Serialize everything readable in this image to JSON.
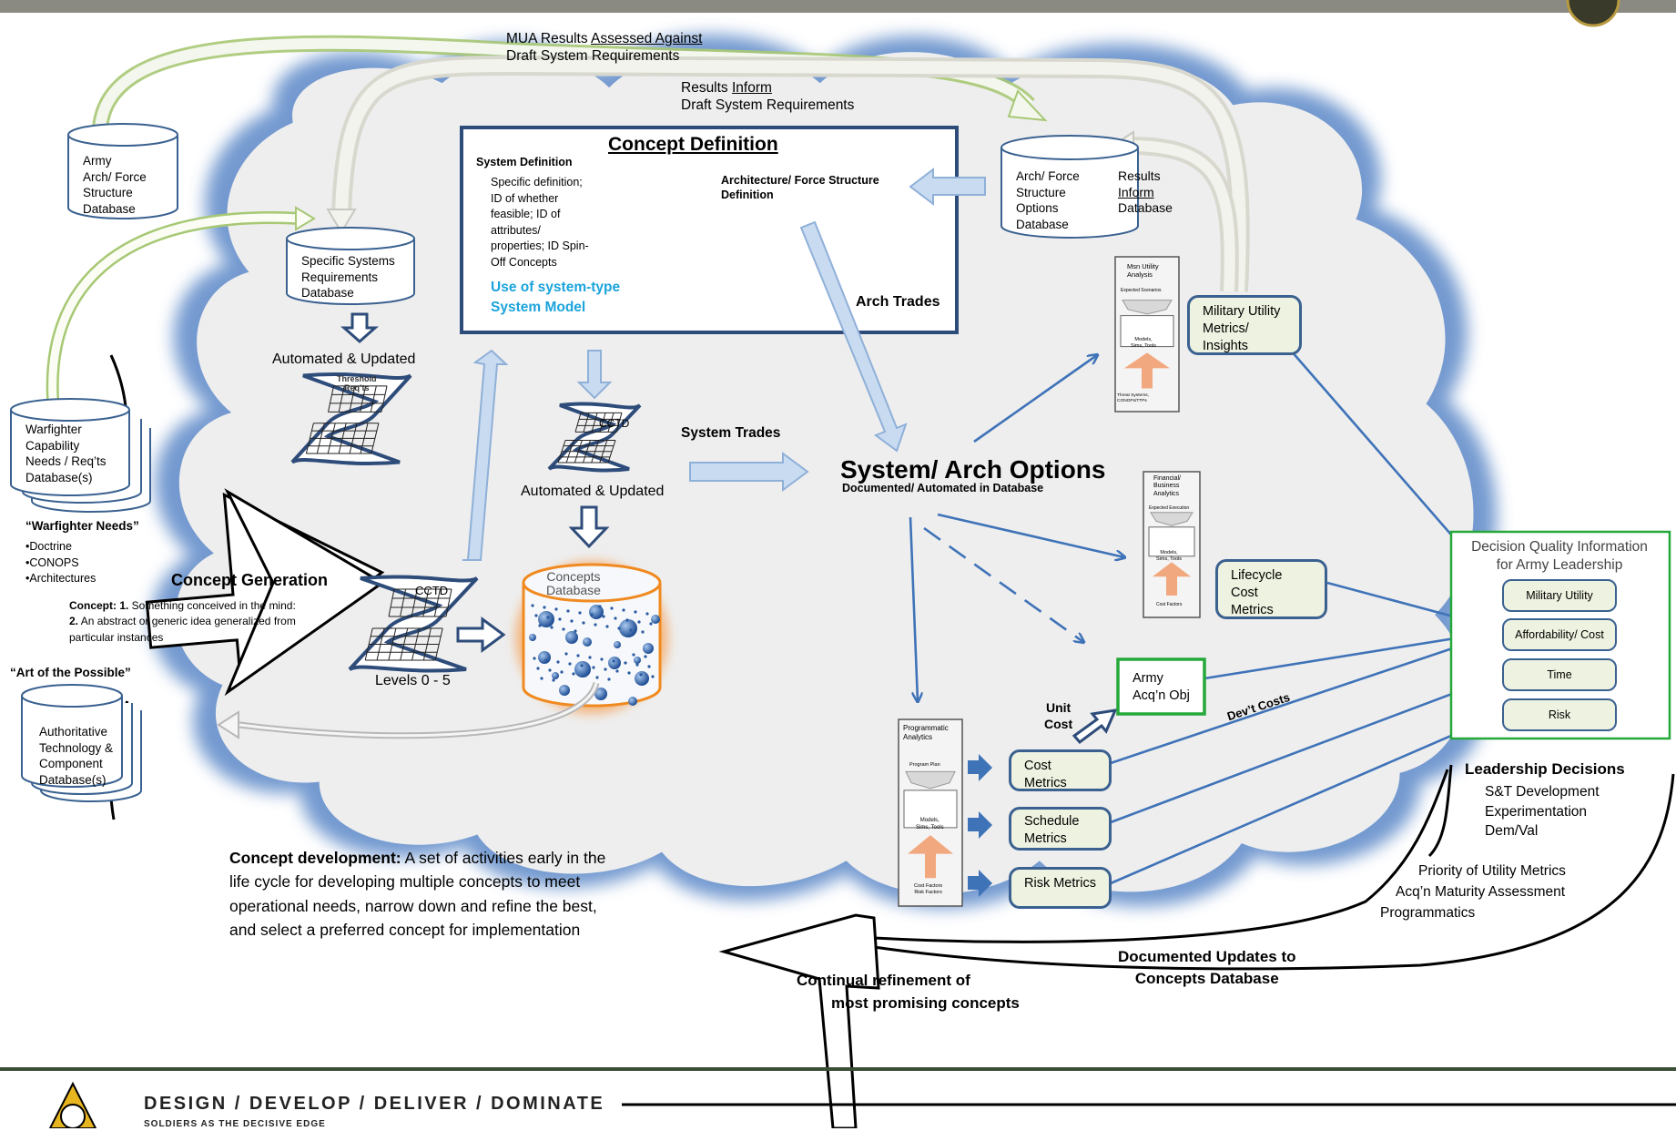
{
  "top_arrows": {
    "mua_results_prefix": "MUA Results ",
    "mua_results_underlined": "Assessed Against",
    "mua_results_line2": "Draft System Requirements",
    "results_prefix": "Results ",
    "results_underlined": "Inform",
    "results_line2": "Draft System Requirements"
  },
  "databases": {
    "army_arch": "Army\nArch/ Force\nStructure\nDatabase",
    "specific_systems": "Specific Systems\nRequirements\nDatabase",
    "arch_force_options": "Arch/ Force\nStructure\nOptions\nDatabase",
    "warfighter": "Warfighter\nCapability\nNeeds / Req’ts\nDatabase(s)",
    "authoritative": "Authoritative\nTechnology &\nComponent\nDatabase(s)",
    "concepts_db_title": "Concepts\nDatabase"
  },
  "results_inform": {
    "line1": "Results",
    "line2": "Inform",
    "line3": "Database"
  },
  "concept_definition": {
    "title": "Concept Definition",
    "system_definition_heading": "System Definition",
    "system_definition_body": "Specific definition;\nID of whether\nfeasible; ID of\nattributes/\nproperties; ID Spin-\nOff Concepts",
    "model_label": "Use of system-type\nSystem Model",
    "arch_heading": "Architecture/ Force Structure\nDefinition",
    "arch_trades": "Arch Trades"
  },
  "labels": {
    "automated_updated_1": "Automated & Updated",
    "threshold": "Threshold\nReq’ts",
    "cctd_top": "CCTD",
    "automated_updated_2": "Automated & Updated",
    "system_trades": "System Trades",
    "cctd_left": "CCTD",
    "levels": "Levels 0 - 5",
    "system_arch_options": "System/ Arch Options",
    "system_arch_sub": "Documented/ Automated in Database",
    "unit_cost": "Unit\nCost",
    "devs_costs": "Dev’t Costs"
  },
  "warfighter_needs": {
    "heading": "“Warfighter Needs”",
    "items": [
      "•Doctrine",
      "•CONOPS",
      "•Architectures"
    ]
  },
  "concept_generation": {
    "title": "Concept Generation",
    "def_line1_bold": "Concept:  1.",
    "def_line1_rest": " Something conceived in the mind:",
    "def_line2_bold": "2.",
    "def_line2_rest": " An abstract or generic idea generalized from",
    "def_line3": "particular instances"
  },
  "art_of_possible": "“Art of the Possible”",
  "concept_development": {
    "bold": "Concept development:",
    "rest_line1": "  A set of activities early in the",
    "line2": "life cycle for developing multiple concepts to meet",
    "line3": "operational needs, narrow down and refine the best,",
    "line4": "and select a preferred concept for implementation"
  },
  "analysis_panels": {
    "mission": {
      "title": "Msn Utility\nAnalysis",
      "sub1": "Expected Scenarios",
      "sub2": "Models,\nSims, Tools",
      "sub3": "Threat Systems,\nCONOPs/TTPs"
    },
    "financial": {
      "title": "Financial/\nBusiness\nAnalytics",
      "sub1": "Expected Execution",
      "sub2": "Models,\nSims, Tools",
      "sub3": "Cost Factors"
    },
    "programmatic": {
      "title": "Programmatic\nAnalytics",
      "sub1": "Program Plan",
      "sub2": "Models,\nSims, Tools",
      "sub3": "Cost Factors\nRisk Factors"
    }
  },
  "metrics": {
    "military_utility": "Military Utility\nMetrics/\nInsights",
    "lifecycle_cost": "Lifecycle Cost\nMetrics",
    "army_acqn": "Army\nAcq’n  Obj",
    "cost": "Cost Metrics",
    "schedule": "Schedule\nMetrics",
    "risk": "Risk Metrics"
  },
  "decision_quality": {
    "title": "Decision Quality Information\nfor Army Leadership",
    "items": [
      "Military Utility",
      "Affordability/ Cost",
      "Time",
      "Risk"
    ]
  },
  "leadership": {
    "heading": "Leadership Decisions",
    "items": [
      "S&T Development",
      "Experimentation",
      "Dem/Val"
    ],
    "extra": [
      "Priority of Utility Metrics",
      "Acq’n Maturity Assessment",
      "Programmatics"
    ]
  },
  "bottom": {
    "documented_updates": "Documented Updates to\nConcepts Database",
    "continual_refinement_1": "Continual refinement of",
    "continual_refinement_2": "most promising concepts"
  },
  "footer": {
    "tagline": "DESIGN / DEVELOP / DELIVER / DOMINATE",
    "sub": "SOLDIERS AS THE DECISIVE EDGE"
  },
  "colors": {
    "cloud_edge": "#5b88c8",
    "cloud_fill": "#eeeeee",
    "navy": "#2e4c7a",
    "arrow_blue": "#3f73b8",
    "light_arrow": "#c9dbf0",
    "green_box": "#25a83a",
    "orange_glow": "#f08a20",
    "cyan_text": "#1ba3dc"
  }
}
